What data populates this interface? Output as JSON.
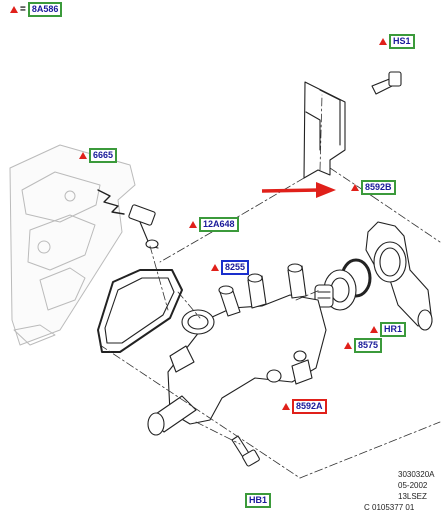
{
  "legend": {
    "symbol_text": "=",
    "code": "8A586"
  },
  "callouts": {
    "hs1": "HS1",
    "c6665": "6665",
    "c12a648": "12A648",
    "c8255": "8255",
    "c8592b": "8592B",
    "hr1": "HR1",
    "c8575": "8575",
    "c8592a": "8592A",
    "hb1": "HB1"
  },
  "diagram_codes": [
    "3030320A",
    "05-2002",
    "13LSEZ",
    "C 0105377 01"
  ],
  "colors": {
    "triangle": "#e0201a",
    "green_box": "#3b9a3b",
    "blue_box": "#1a2fcc",
    "red_box": "#e0201a",
    "arrow": "#e0201a"
  }
}
